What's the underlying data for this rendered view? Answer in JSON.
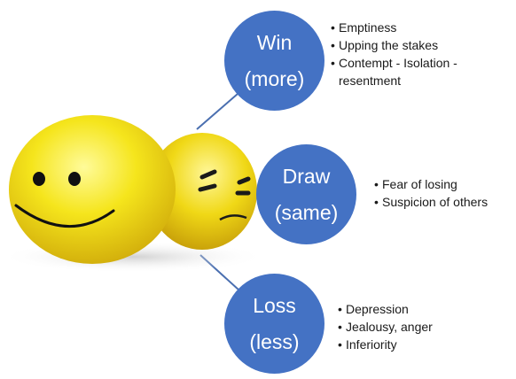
{
  "nodes": [
    {
      "id": "win",
      "line1": "Win",
      "line2": "(more)",
      "bullets": [
        "Emptiness",
        "Upping the stakes",
        "Contempt - Isolation - resentment"
      ]
    },
    {
      "id": "draw",
      "line1": "Draw",
      "line2": "(same)",
      "bullets": [
        "Fear of losing",
        "Suspicion of others"
      ]
    },
    {
      "id": "loss",
      "line1": "Loss",
      "line2": "(less)",
      "bullets": [
        "Depression",
        "Jealousy, anger",
        "Inferiority"
      ]
    }
  ],
  "colors": {
    "node_fill": "#4472c4",
    "connector": "#4a6fb0",
    "smiley_yellow": "#f2e11a",
    "bullet_text": "#1a1a1a"
  },
  "icons": {
    "center_image": "smiley-faces-icon"
  }
}
